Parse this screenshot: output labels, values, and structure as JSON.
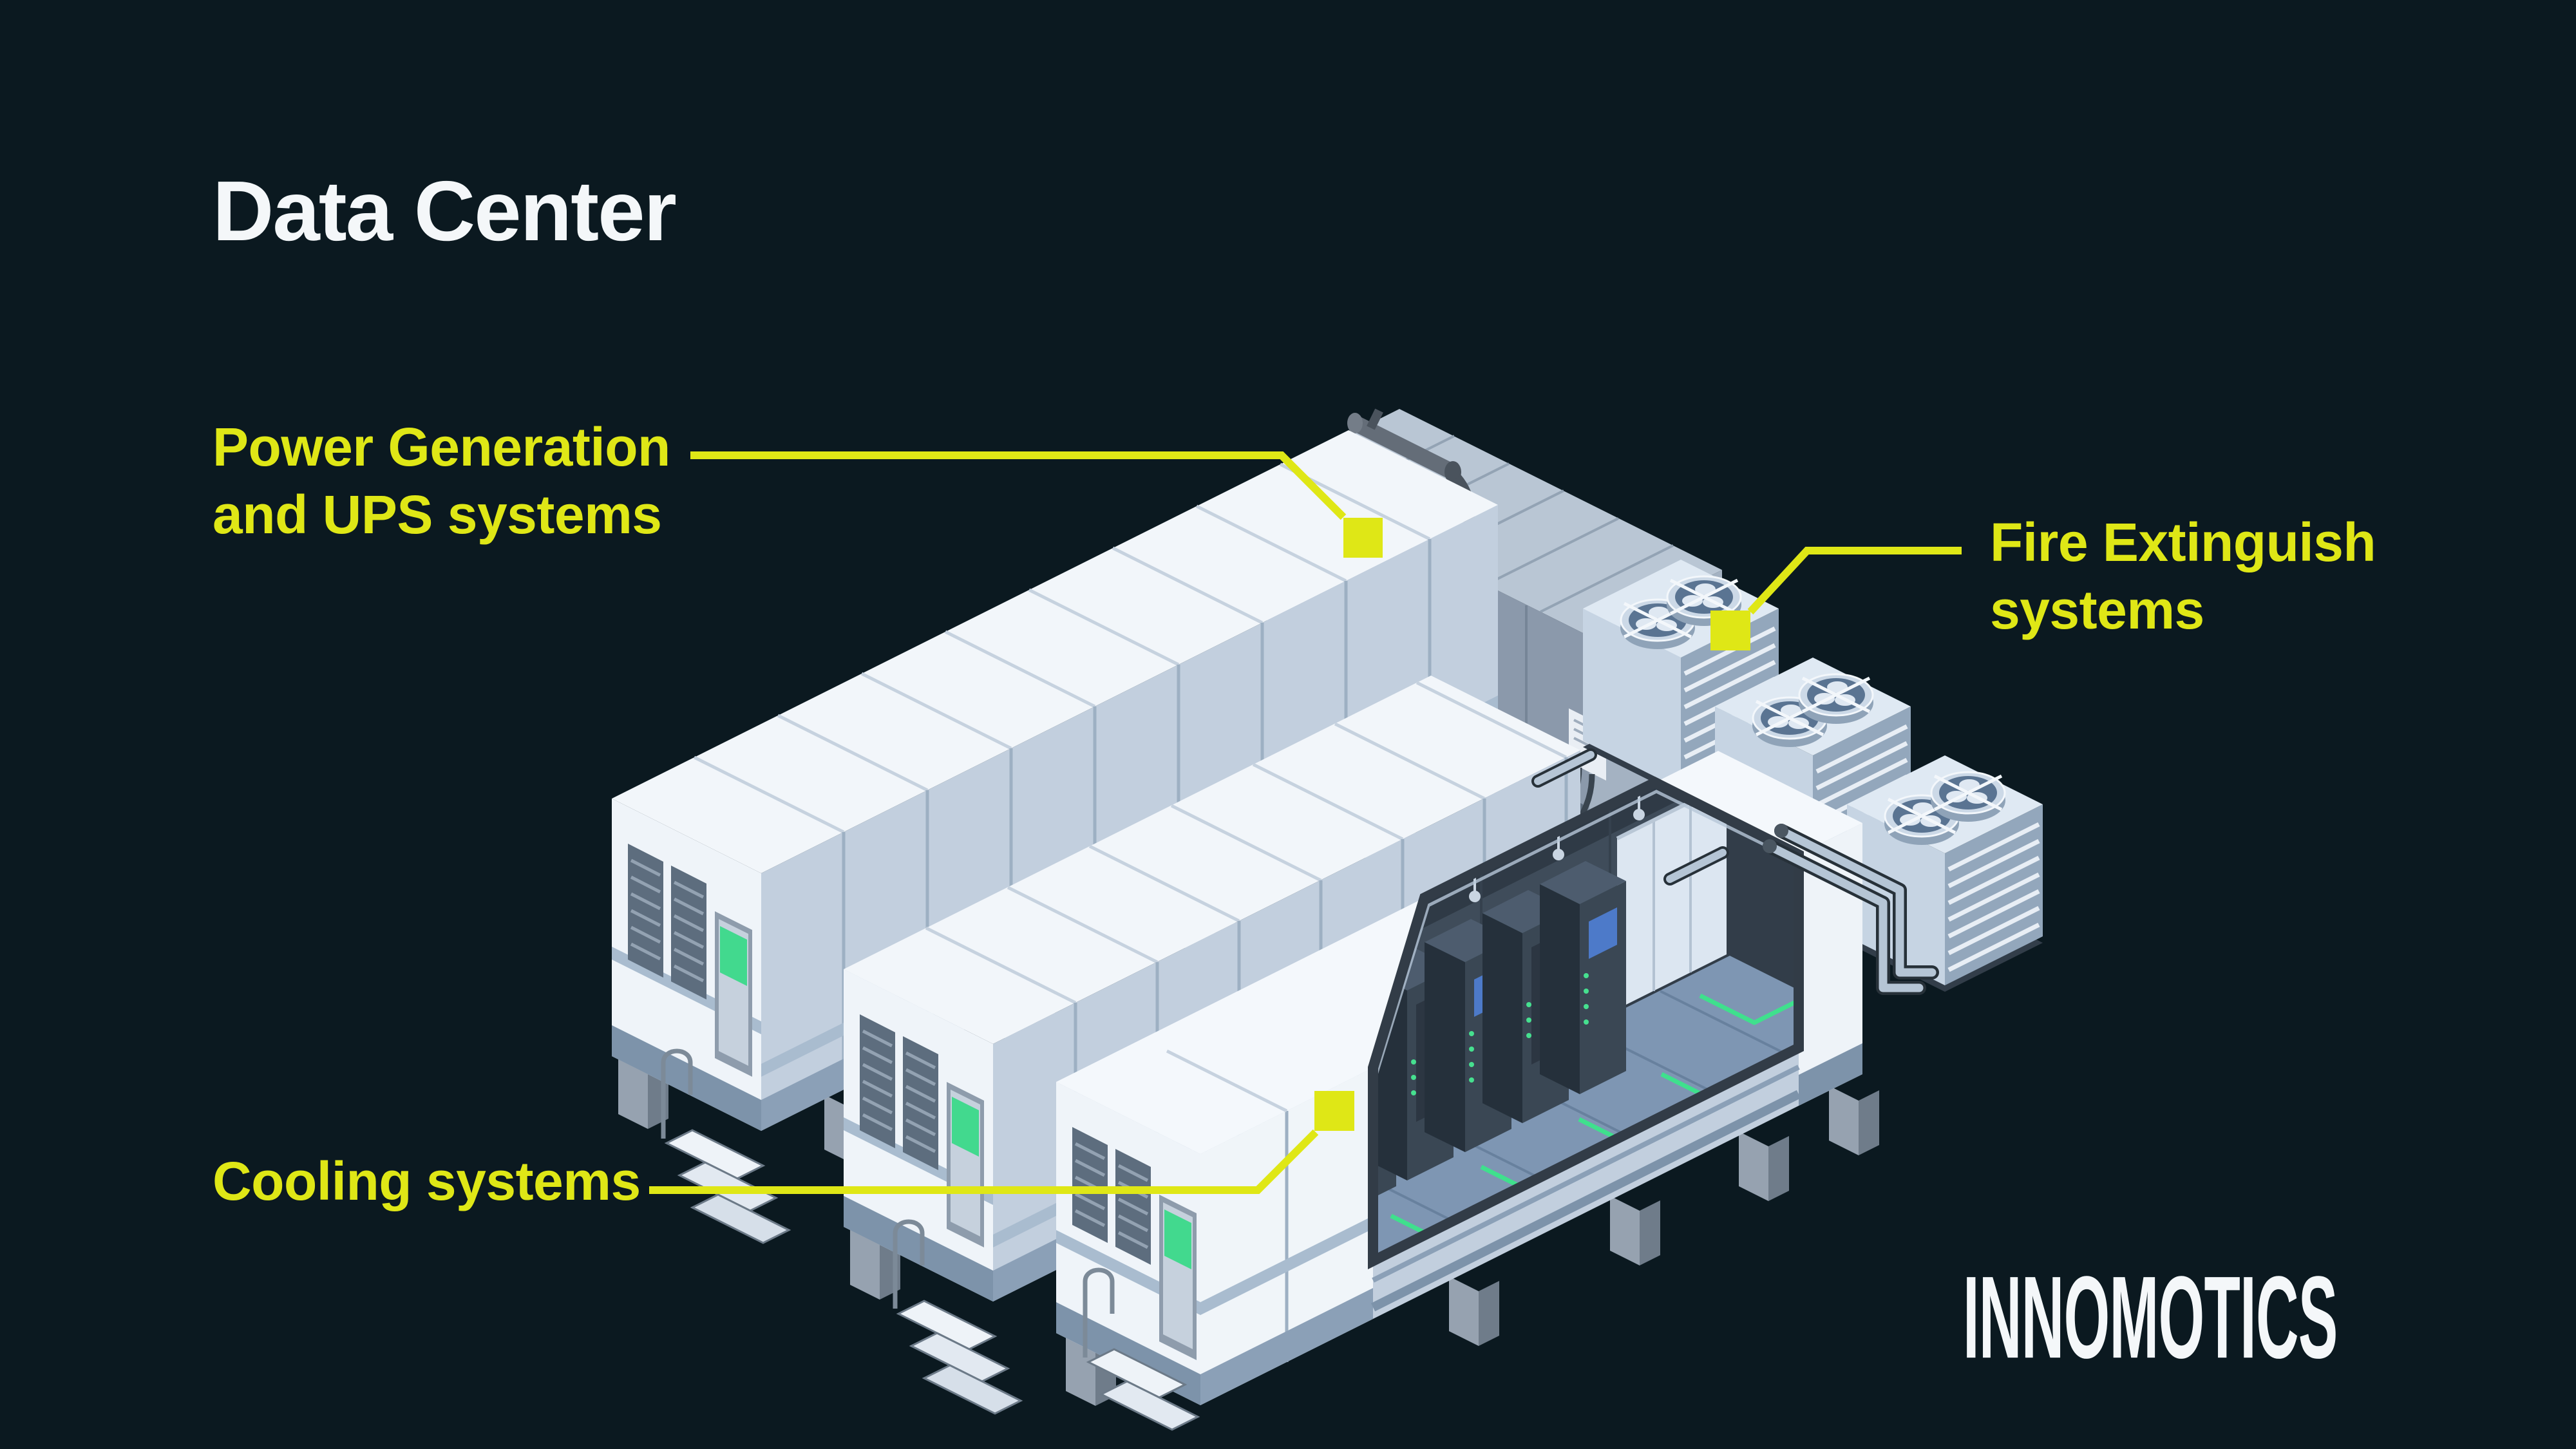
{
  "title": "Data Center",
  "labels": {
    "power": {
      "line1": "Power Generation",
      "line2": "and UPS systems"
    },
    "fire": {
      "line1": "Fire Extinguish",
      "line2": "systems"
    },
    "cooling": {
      "line1": "Cooling systems"
    }
  },
  "brand": {
    "logo": "INNOMOTICS"
  },
  "colors": {
    "background": "#0b1920",
    "accent": "#dfe716",
    "title_white": "#f4f7f9",
    "logo_white": "#f4f7f9",
    "container_white": "#eff4f9",
    "container_side": "#c2cfde",
    "power_unit_gray": "#8b99ab",
    "interior_wall": "#3f4c5a",
    "floor_blue": "#7e96b3",
    "cable_green": "#3fe08d",
    "door_window_green": "#42d98e"
  },
  "scene": {
    "description": "Isometric illustration of a modular containerized data center",
    "components": [
      "it-container-module-1",
      "it-container-module-2",
      "opened-it-container-with-server-racks",
      "power-generation-and-ups-unit",
      "chiller-unit-1",
      "chiller-unit-2",
      "chiller-unit-3",
      "fire-suppression-bottles",
      "cooling-pipes"
    ]
  }
}
